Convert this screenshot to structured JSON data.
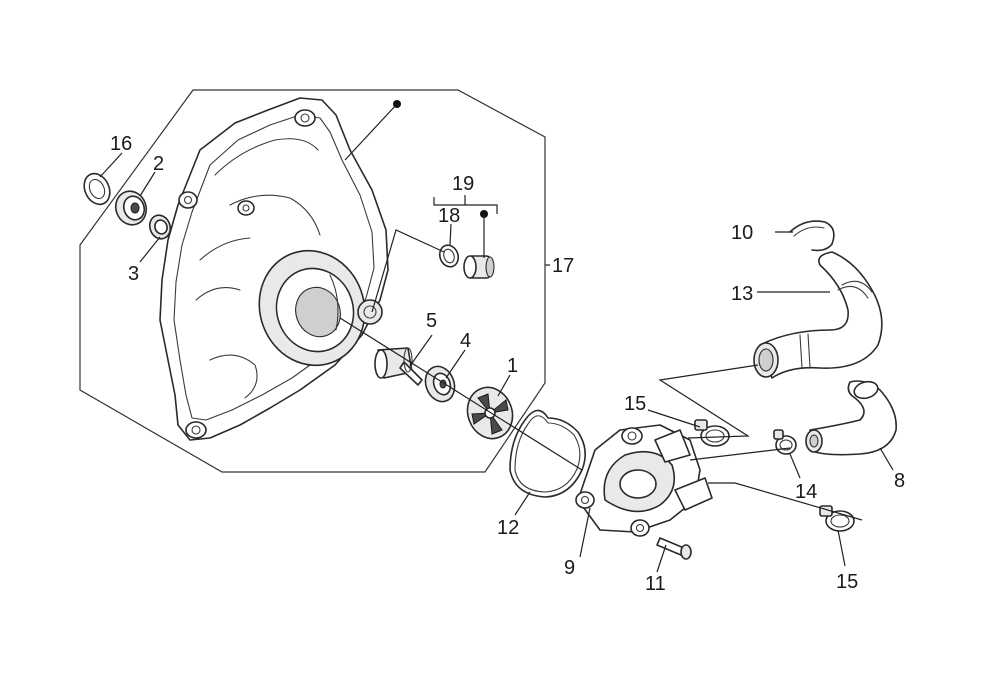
{
  "diagram": {
    "labels": {
      "p1": "1",
      "p2": "2",
      "p3": "3",
      "p4": "4",
      "p5": "5",
      "p8": "8",
      "p9": "9",
      "p10": "10",
      "p11": "11",
      "p12": "12",
      "p13": "13",
      "p14": "14",
      "p15a": "15",
      "p15b": "15",
      "p16": "16",
      "p17": "17",
      "p18": "18",
      "p19": "19"
    }
  }
}
